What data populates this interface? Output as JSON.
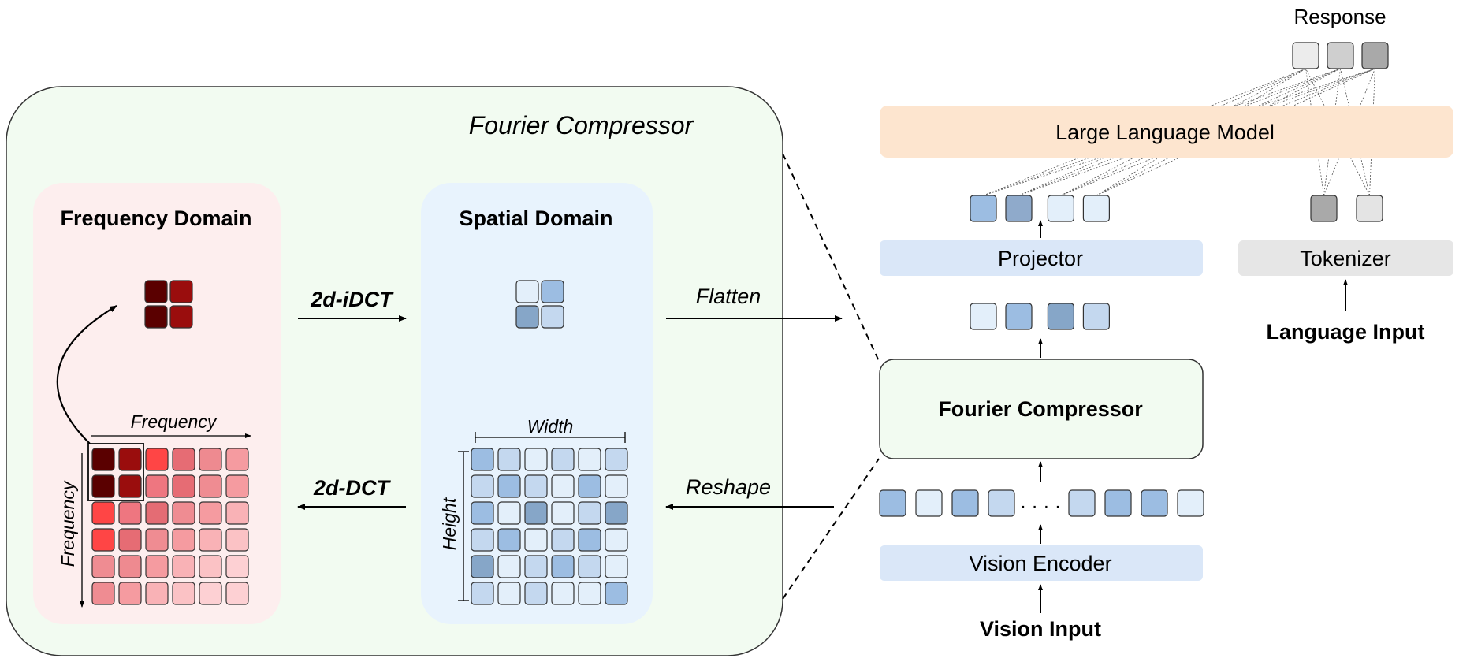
{
  "compressor_panel": {
    "title": "Fourier Compressor",
    "frequency_domain": {
      "title": "Frequency Domain",
      "axis_horizontal": "Frequency",
      "axis_vertical": "Frequency",
      "grid_rows": 6,
      "grid_cols": 6,
      "grid_colors": [
        [
          "#5a0000",
          "#9a0d0d",
          "#ff4545",
          "#e66c74",
          "#ee8a90",
          "#f59ba0"
        ],
        [
          "#5a0000",
          "#9a0d0d",
          "#ee7680",
          "#e66c74",
          "#ef8c92",
          "#f59ba0"
        ],
        [
          "#ff4545",
          "#ee7680",
          "#e46c74",
          "#ef8c92",
          "#f59ba0",
          "#f9b2b6"
        ],
        [
          "#ff4545",
          "#e66c74",
          "#ef8c92",
          "#f59ba0",
          "#f9b2b6",
          "#fbc2c5"
        ],
        [
          "#ef8c92",
          "#ee8a90",
          "#f59ba0",
          "#f9b2b6",
          "#fbc2c5",
          "#fdd0d3"
        ],
        [
          "#ef8c92",
          "#f59ba0",
          "#f9b2b6",
          "#fbc2c5",
          "#fdd0d3",
          "#fdd0d3"
        ]
      ],
      "compressed_colors": [
        [
          "#5a0000",
          "#9a0d0d"
        ],
        [
          "#5a0000",
          "#9a0d0d"
        ]
      ]
    },
    "spatial_domain": {
      "title": "Spatial Domain",
      "axis_horizontal": "Width",
      "axis_vertical": "Height",
      "grid_rows": 6,
      "grid_cols": 6,
      "grid_colors": [
        [
          "#9cbde2",
          "#c4d8ef",
          "#e3effa",
          "#c4d8ef",
          "#e3effa",
          "#c4d8ef"
        ],
        [
          "#c4d8ef",
          "#9cbde2",
          "#c4d8ef",
          "#e3effa",
          "#9cbde2",
          "#e3effa"
        ],
        [
          "#9cbde2",
          "#e3effa",
          "#86a6c8",
          "#e3effa",
          "#c4d8ef",
          "#86a6c8"
        ],
        [
          "#c4d8ef",
          "#9cbde2",
          "#e3effa",
          "#c4d8ef",
          "#9cbde2",
          "#e3effa"
        ],
        [
          "#86a6c8",
          "#e3effa",
          "#c4d8ef",
          "#9cbde2",
          "#c4d8ef",
          "#e3effa"
        ],
        [
          "#c4d8ef",
          "#e3effa",
          "#c4d8ef",
          "#e3effa",
          "#e3effa",
          "#9cbde2"
        ]
      ],
      "compressed_colors": [
        [
          "#e3effa",
          "#9cbde2"
        ],
        [
          "#86a6c8",
          "#c4d8ef"
        ]
      ]
    },
    "idct_label": "2d-iDCT",
    "dct_label": "2d-DCT"
  },
  "flatten_label": "Flatten",
  "reshape_label": "Reshape",
  "pipeline": {
    "response_label": "Response",
    "response_token_colors": [
      "#ececec",
      "#cfcfcf",
      "#a9a9a9"
    ],
    "llm_label": "Large Language Model",
    "vision_token_colors_top": [
      "#9cbde2",
      "#8faacb",
      "#e3effa",
      "#e3effa"
    ],
    "language_token_colors": [
      "#a9a9a9",
      "#e4e4e4"
    ],
    "projector_label": "Projector",
    "tokenizer_label": "Tokenizer",
    "compressed_token_colors": [
      "#e3effa",
      "#9cbde2",
      "#86a6c8",
      "#c4d8ef"
    ],
    "language_input_label": "Language Input",
    "fourier_block_label": "Fourier Compressor",
    "encoder_tokens_left_colors": [
      "#9cbde2",
      "#e3effa",
      "#9cbde2",
      "#c4d8ef"
    ],
    "encoder_tokens_right_colors": [
      "#c4d8ef",
      "#9cbde2",
      "#9cbde2",
      "#e3effa"
    ],
    "ellipsis": "· · · ·",
    "vision_encoder_label": "Vision Encoder",
    "vision_input_label": "Vision Input"
  },
  "colors": {
    "compressor_panel_fill": "#f2fbf1",
    "frequency_panel_fill": "#fdeeee",
    "spatial_panel_fill": "#e8f3fd",
    "llm_fill": "#fde5cf",
    "projector_fill": "#dae7f8",
    "tokenizer_fill": "#e6e6e6",
    "fourier_block_fill": "#f2fbf1"
  }
}
